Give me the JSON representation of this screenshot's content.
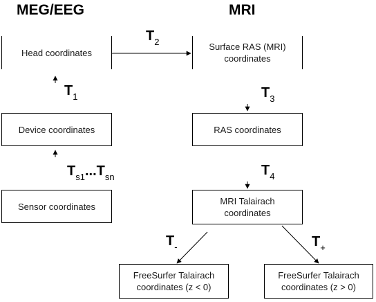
{
  "headings": {
    "meg_eeg": "MEG/EEG",
    "mri": "MRI"
  },
  "boxes": {
    "head": [
      "Head coordinates"
    ],
    "surface_ras": [
      "Surface RAS (MRI)",
      "coordinates"
    ],
    "device": [
      "Device coordinates"
    ],
    "ras": [
      "RAS coordinates"
    ],
    "sensor": [
      "Sensor coordinates"
    ],
    "mri_talairach": [
      "MRI Talairach",
      "coordinates"
    ],
    "fs_talairach_neg": [
      "FreeSurfer Talairach",
      "coordinates (z < 0)"
    ],
    "fs_talairach_pos": [
      "FreeSurfer Talairach",
      "coordinates (z > 0)"
    ]
  },
  "transforms": {
    "t2": {
      "base": "T",
      "sub": "2"
    },
    "t1": {
      "base": "T",
      "sub": "1"
    },
    "t3": {
      "base": "T",
      "sub": "3"
    },
    "t4": {
      "base": "T",
      "sub": "4"
    },
    "ts1": {
      "base": "T",
      "sub": "s1"
    },
    "ts_sep": "...",
    "tsn": {
      "base": "T",
      "sub": "sn"
    },
    "tminus": {
      "base": "T",
      "sub": "-"
    },
    "tplus": {
      "base": "T",
      "sub": "+"
    }
  },
  "colors": {
    "line": "#000000",
    "text": "#1a1a1a",
    "background": "#ffffff"
  }
}
